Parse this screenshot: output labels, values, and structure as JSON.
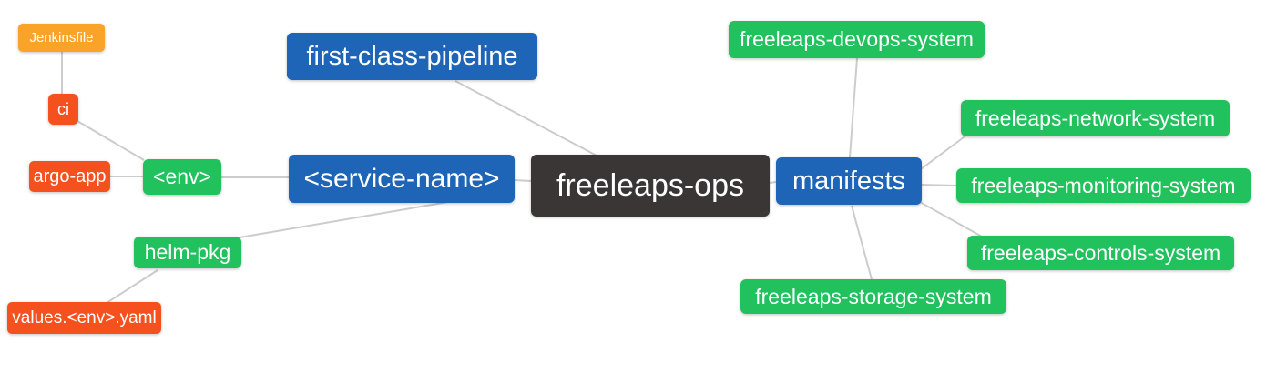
{
  "diagram": {
    "type": "mindmap",
    "background": "#ffffff",
    "edge_color": "#cccccc",
    "palette": {
      "blue": "#1e64b7",
      "green": "#21c15d",
      "orange": "#f9a328",
      "red": "#f4511e",
      "dark": "#3a3636"
    },
    "nodes": {
      "jenkinsfile": {
        "label": "Jenkinsfile",
        "color": "#f9a328"
      },
      "ci": {
        "label": "ci",
        "color": "#f4511e"
      },
      "argo_app": {
        "label": "argo-app",
        "color": "#f4511e"
      },
      "env": {
        "label": "<env>",
        "color": "#21c15d"
      },
      "helm_pkg": {
        "label": "helm-pkg",
        "color": "#21c15d"
      },
      "values_yaml": {
        "label": "values.<env>.yaml",
        "color": "#f4511e"
      },
      "first_class_pipeline": {
        "label": "first-class-pipeline",
        "color": "#1e64b7"
      },
      "service_name": {
        "label": "<service-name>",
        "color": "#1e64b7"
      },
      "freeleaps_ops": {
        "label": "freeleaps-ops",
        "color": "#3a3636"
      },
      "manifests": {
        "label": "manifests",
        "color": "#1e64b7"
      },
      "devops_system": {
        "label": "freeleaps-devops-system",
        "color": "#21c15d"
      },
      "network_system": {
        "label": "freeleaps-network-system",
        "color": "#21c15d"
      },
      "monitoring_system": {
        "label": "freeleaps-monitoring-system",
        "color": "#21c15d"
      },
      "controls_system": {
        "label": "freeleaps-controls-system",
        "color": "#21c15d"
      },
      "storage_system": {
        "label": "freeleaps-storage-system",
        "color": "#21c15d"
      }
    },
    "edges": [
      {
        "from": "jenkinsfile",
        "to": "ci"
      },
      {
        "from": "ci",
        "to": "env"
      },
      {
        "from": "argo_app",
        "to": "env"
      },
      {
        "from": "env",
        "to": "service_name"
      },
      {
        "from": "helm_pkg",
        "to": "service_name"
      },
      {
        "from": "values_yaml",
        "to": "helm_pkg"
      },
      {
        "from": "first_class_pipeline",
        "to": "freeleaps_ops"
      },
      {
        "from": "service_name",
        "to": "freeleaps_ops"
      },
      {
        "from": "freeleaps_ops",
        "to": "manifests"
      },
      {
        "from": "manifests",
        "to": "devops_system"
      },
      {
        "from": "manifests",
        "to": "network_system"
      },
      {
        "from": "manifests",
        "to": "monitoring_system"
      },
      {
        "from": "manifests",
        "to": "controls_system"
      },
      {
        "from": "manifests",
        "to": "storage_system"
      }
    ]
  }
}
